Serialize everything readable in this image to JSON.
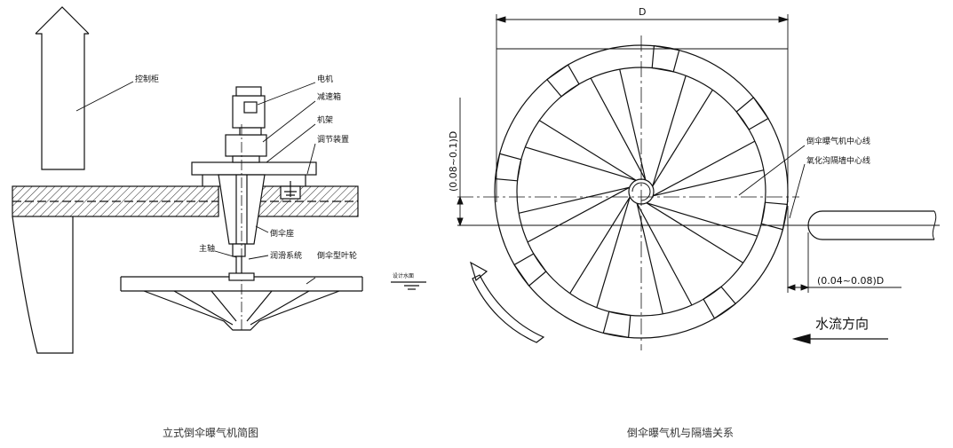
{
  "left": {
    "labels": {
      "control_cabinet": "控制柜",
      "motor": "电机",
      "reducer": "减速箱",
      "frame": "机架",
      "adjuster": "调节装置",
      "umbrella_seat": "倒伞座",
      "main_shaft": "主轴",
      "lubrication": "润滑系统",
      "impeller": "倒伞型叶轮",
      "water_level": "设计水面"
    },
    "caption": "立式倒伞曝气机简图"
  },
  "right": {
    "labels": {
      "D": "D",
      "vertical_dim": "(0.08~0.1)D",
      "horizontal_dim": "(0.04~0.08)D",
      "aerator_center": "倒伞曝气机中心线",
      "wall_center": "氧化沟隔墙中心线",
      "flow_direction": "水流方向"
    },
    "caption": "倒伞曝气机与隔墙关系"
  }
}
